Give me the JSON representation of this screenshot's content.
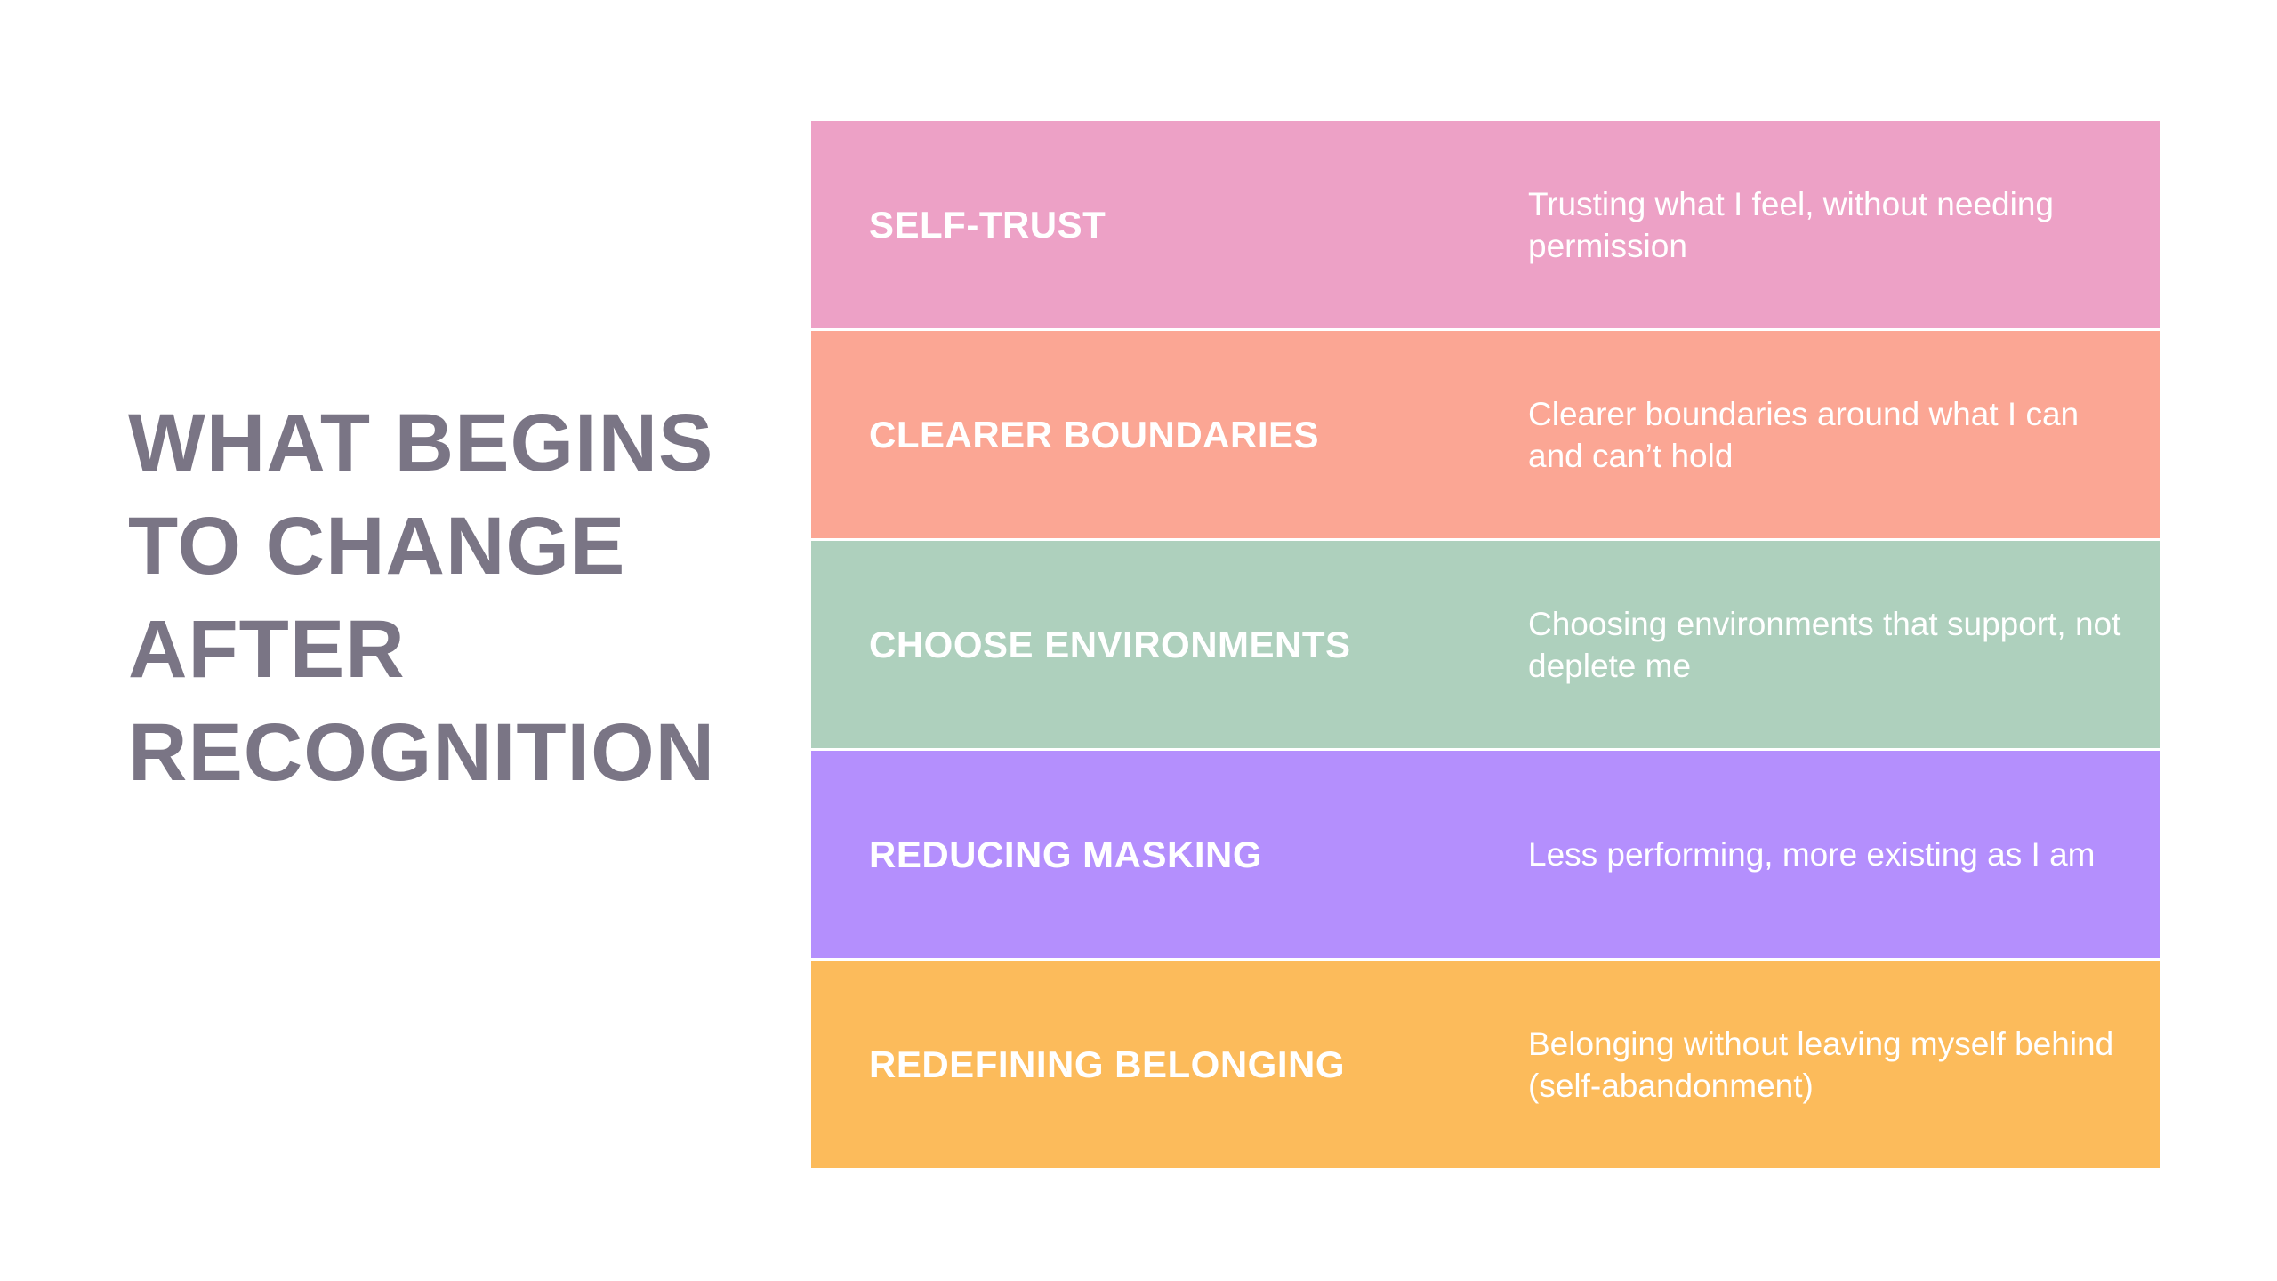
{
  "title": {
    "lines": [
      "WHAT BEGINS",
      "TO CHANGE",
      "AFTER",
      "RECOGNITION"
    ]
  },
  "rows": [
    {
      "label": "SELF-TRUST",
      "description": "Trusting what I feel, without needing permission",
      "color": "#eda1c6"
    },
    {
      "label": "CLEARER BOUNDARIES",
      "description": "Clearer boundaries around what I can and can’t hold",
      "color": "#fba694"
    },
    {
      "label": "CHOOSE ENVIRONMENTS",
      "description": "Choosing environments that support, not deplete me",
      "color": "#aed0bd"
    },
    {
      "label": "REDUCING MASKING",
      "description": "Less performing, more existing as I am",
      "color": "#b48ffd"
    },
    {
      "label": "REDEFINING BELONGING",
      "description": "Belonging without leaving myself behind (self-abandonment)",
      "color": "#fcbb5b"
    }
  ]
}
